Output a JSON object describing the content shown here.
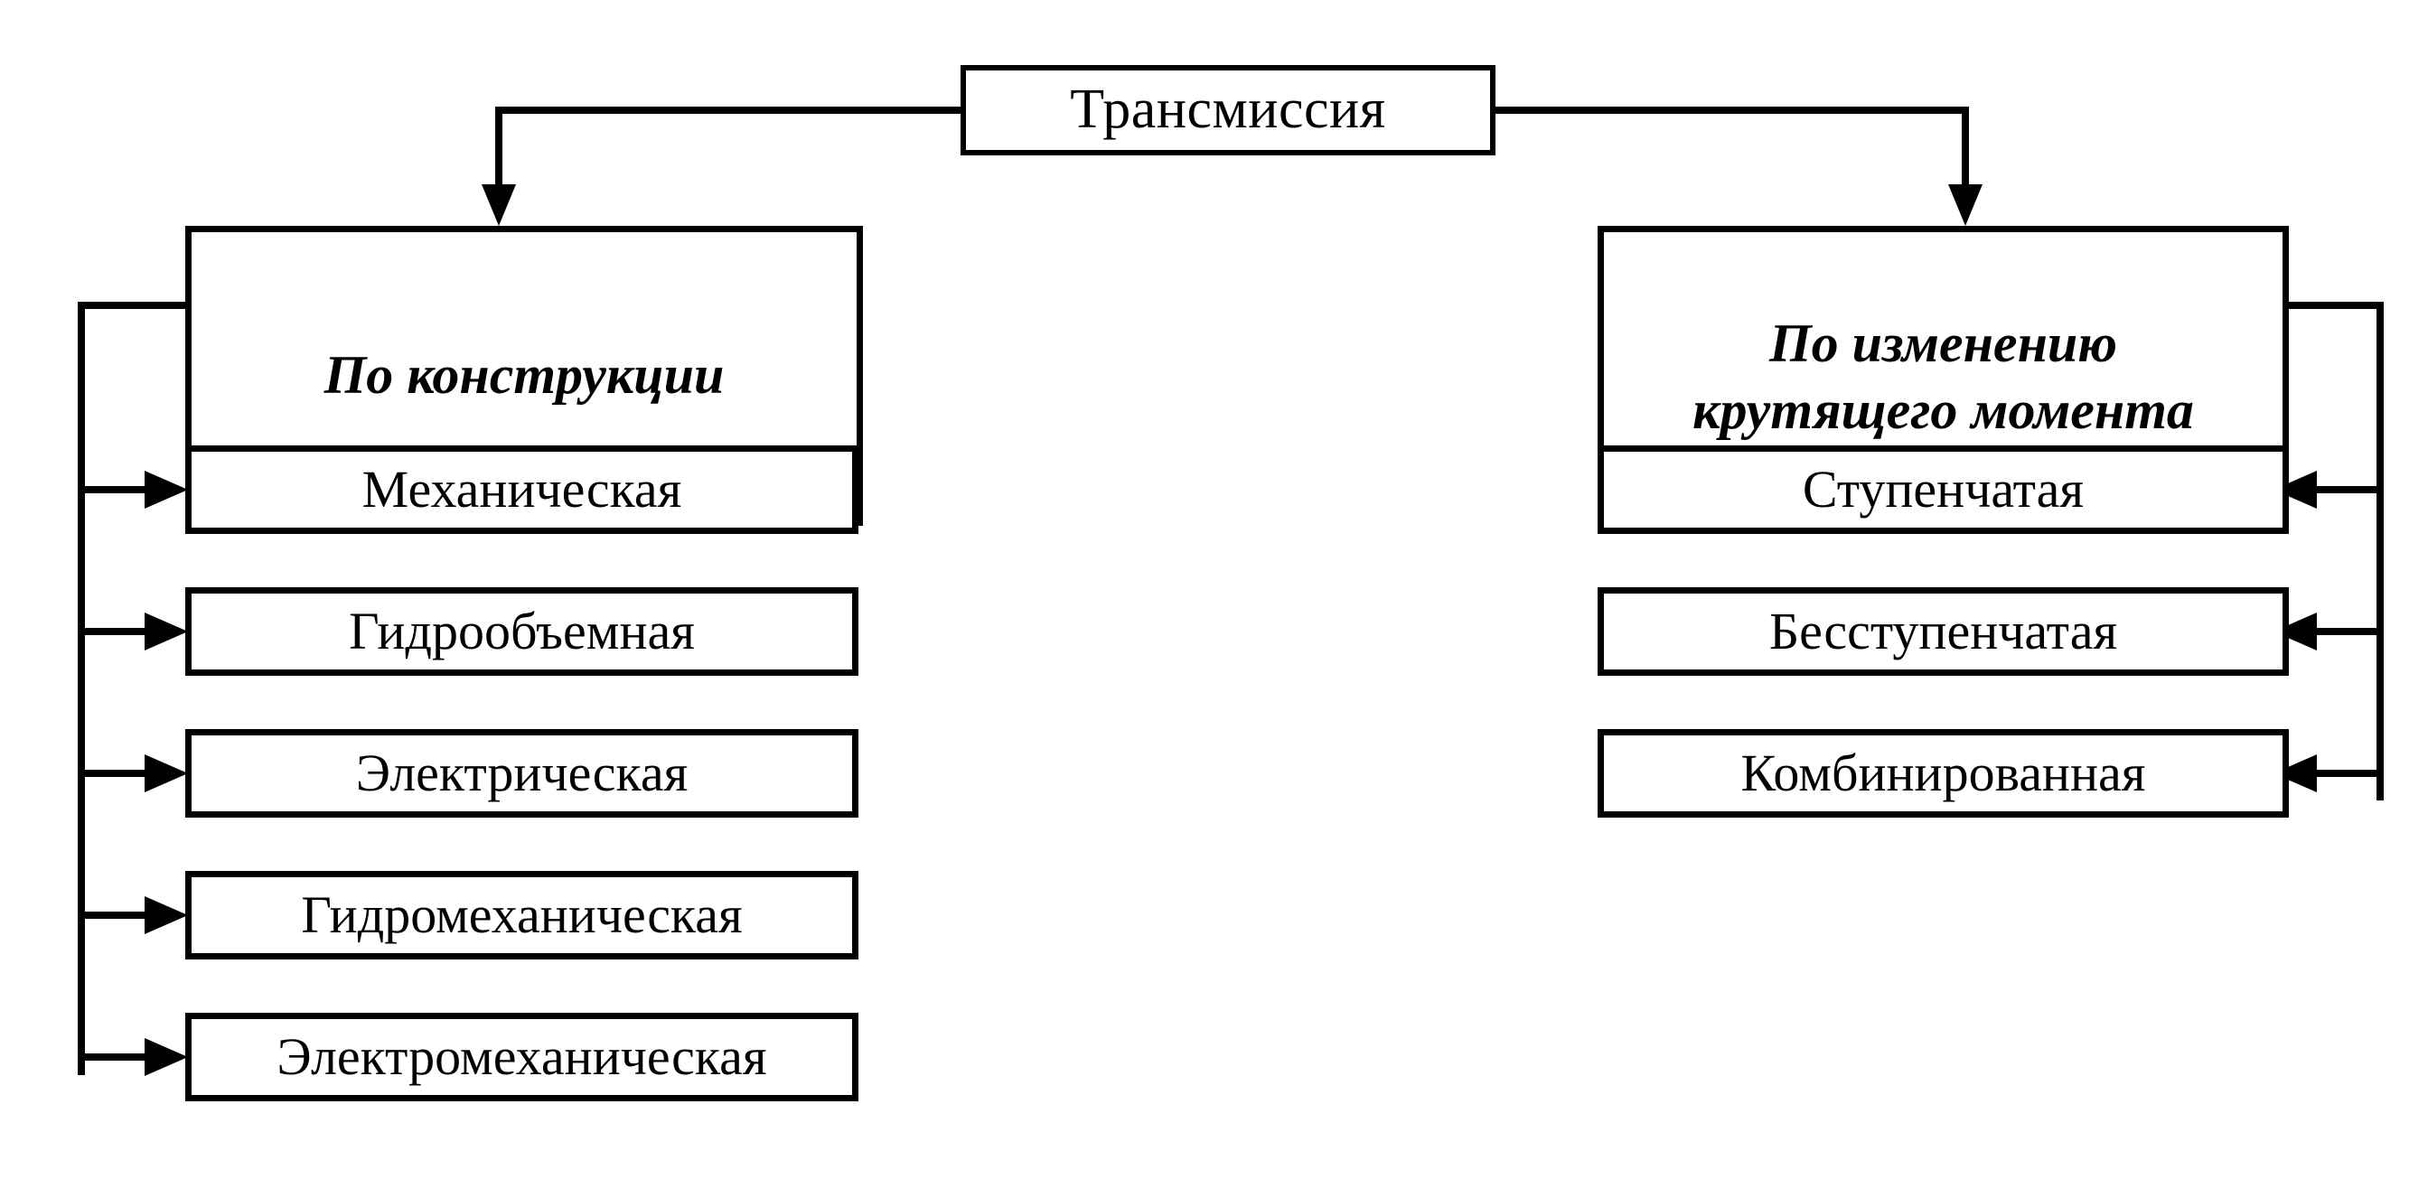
{
  "diagram": {
    "title": "Трансмиссия",
    "root": {
      "label": "Трансмиссия"
    },
    "branches": [
      {
        "id": "by-construction",
        "header": "По конструкции",
        "header_line1": "По конструкции",
        "header_line2": "",
        "items": [
          {
            "label": "Механическая"
          },
          {
            "label": "Гидрообъемная"
          },
          {
            "label": "Электрическая"
          },
          {
            "label": "Гидромеханическая"
          },
          {
            "label": "Электромеханическая"
          }
        ]
      },
      {
        "id": "by-torque-change",
        "header": "По изменению крутящего момента",
        "header_line1": "По изменению",
        "header_line2": "крутящего момента",
        "items": [
          {
            "label": "Ступенчатая"
          },
          {
            "label": "Бесступенчатая"
          },
          {
            "label": "Комбинированная"
          }
        ]
      }
    ],
    "colors": {
      "stroke": "#000000",
      "background": "#ffffff",
      "text": "#000000"
    }
  }
}
